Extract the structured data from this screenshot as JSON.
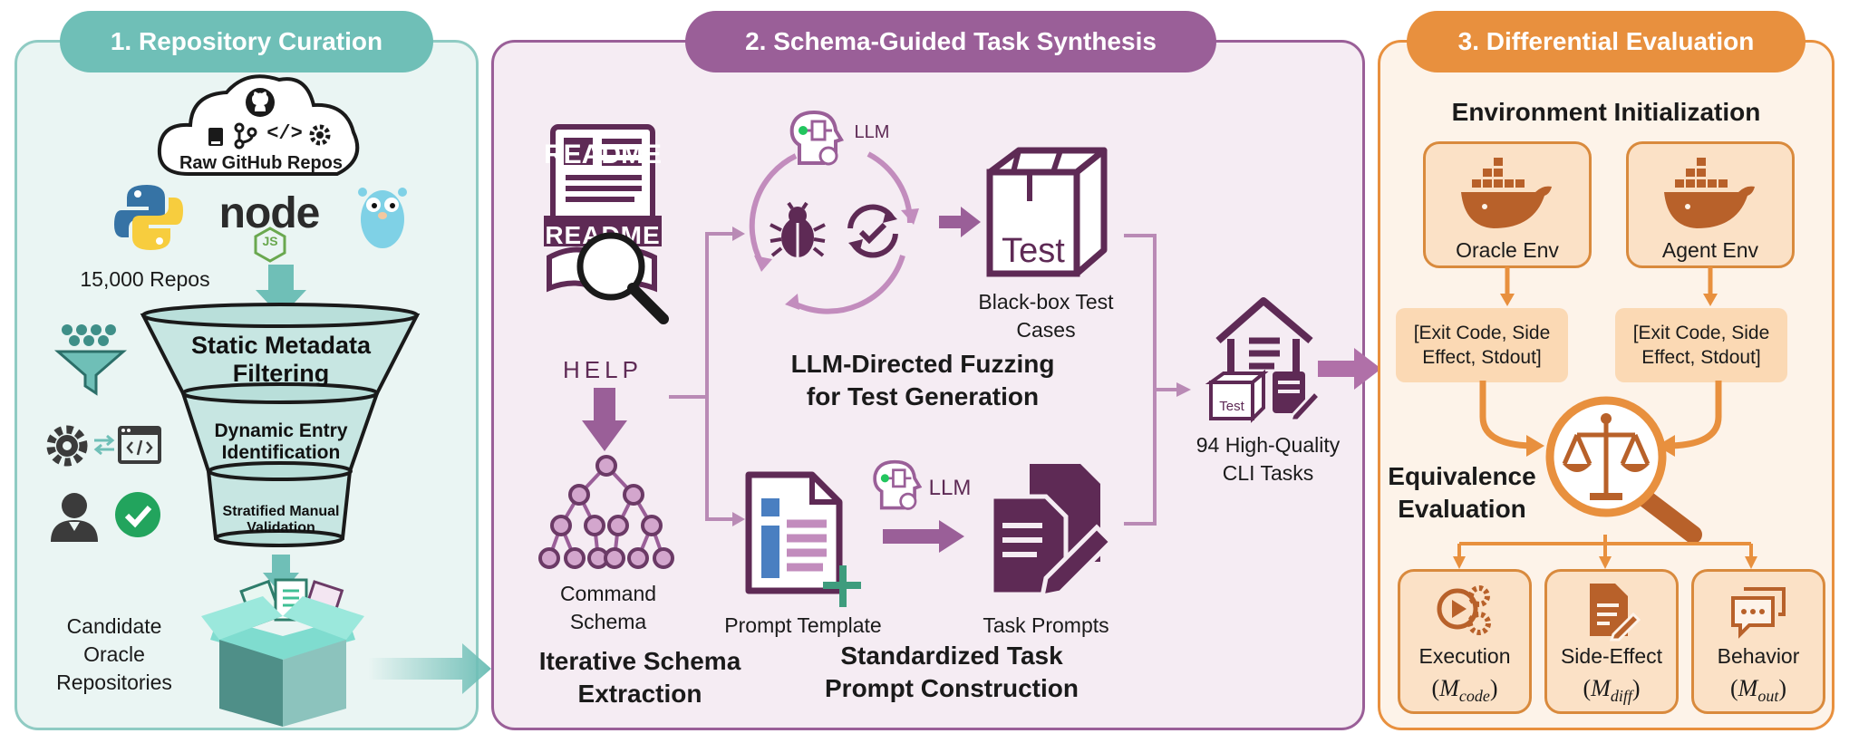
{
  "stage1": {
    "title": "1. Repository Curation",
    "cloud_label": "Raw GitHub Repos",
    "repo_count": "15,000 Repos",
    "node_logo": "node",
    "node_badge": "JS",
    "funnel_levels": [
      "Static Metadata Filtering",
      "Dynamic Entry Identification",
      "Stratified Manual Validation"
    ],
    "output_label": "Candidate Oracle Repositories",
    "icons": [
      "github-icon",
      "book-icon",
      "branch-icon",
      "code-icon",
      "gear-icon",
      "python-icon",
      "nodejs-icon",
      "gopher-icon",
      "filter-icon",
      "code-window-icon",
      "user-icon",
      "check-icon",
      "box-icon"
    ]
  },
  "stage2": {
    "title": "2. Schema-Guided Task Synthesis",
    "readme_label": "README",
    "help_label": "HELP",
    "llm_label": "LLM",
    "llm_label_2": "LLM",
    "test_label": "Test",
    "blackbox_label": "Black-box Test Cases",
    "fuzz_title": "LLM-Directed Fuzzing for Test Generation",
    "command_schema_label": "Command Schema",
    "schema_title": "Iterative Schema Extraction",
    "prompt_template_label": "Prompt Template",
    "task_prompts_label": "Task Prompts",
    "prompt_title": "Standardized Task Prompt Construction",
    "tasks_label": "94 High-Quality CLI Tasks",
    "small_test_label": "Test",
    "icons": [
      "readme-icon",
      "magnifier-icon",
      "book-icon",
      "llm-brain-icon",
      "bug-icon",
      "check-cycle-icon",
      "test-box-icon",
      "tree-icon",
      "document-icon",
      "documents-icon",
      "house-icon"
    ]
  },
  "stage3": {
    "title": "3. Differential Evaluation",
    "env_init_title": "Environment Initialization",
    "oracle_env": "Oracle Env",
    "agent_env": "Agent Env",
    "oracle_output": "[Exit Code, Side Effect, Stdout]",
    "agent_output": "[Exit Code, Side Effect, Stdout]",
    "equivalence_title": "Equivalence Evaluation",
    "metrics": [
      {
        "name": "Execution",
        "symbol_base": "M",
        "symbol_sub": "code"
      },
      {
        "name": "Side-Effect",
        "symbol_base": "M",
        "symbol_sub": "diff"
      },
      {
        "name": "Behavior",
        "symbol_base": "M",
        "symbol_sub": "out"
      }
    ],
    "icons": [
      "docker-icon",
      "scale-icon",
      "gears-play-icon",
      "file-edit-icon",
      "chat-icon"
    ]
  },
  "colors": {
    "teal": "#6fbfb7",
    "teal_bg": "#eaf5f3",
    "purple": "#9a5f98",
    "purple_bg": "#f5ecf3",
    "purple_dark": "#5e2a55",
    "orange": "#e8903e",
    "orange_bg": "#fdf3e9",
    "orange_dark": "#b8612a"
  }
}
